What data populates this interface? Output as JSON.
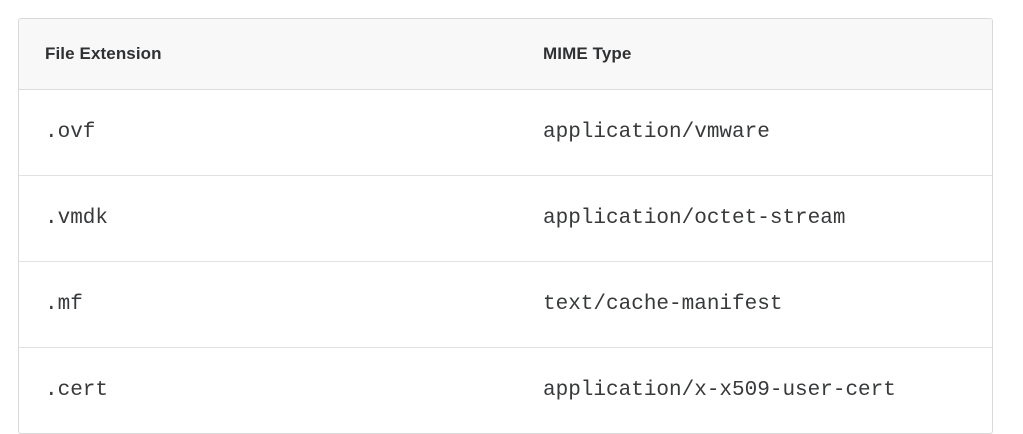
{
  "table": {
    "columns": [
      {
        "key": "extension",
        "label": "File Extension"
      },
      {
        "key": "mime",
        "label": "MIME Type"
      }
    ],
    "rows": [
      {
        "extension": ".ovf",
        "mime": "application/vmware"
      },
      {
        "extension": ".vmdk",
        "mime": "application/octet-stream"
      },
      {
        "extension": ".mf",
        "mime": "text/cache-manifest"
      },
      {
        "extension": ".cert",
        "mime": "application/x-x509-user-cert"
      }
    ]
  },
  "colors": {
    "page_background": "#ffffff",
    "table_border": "#d9d9d9",
    "header_background": "#f8f8f8",
    "header_text": "#2f3133",
    "cell_text": "#37393b",
    "row_divider": "#e2e2e2"
  }
}
